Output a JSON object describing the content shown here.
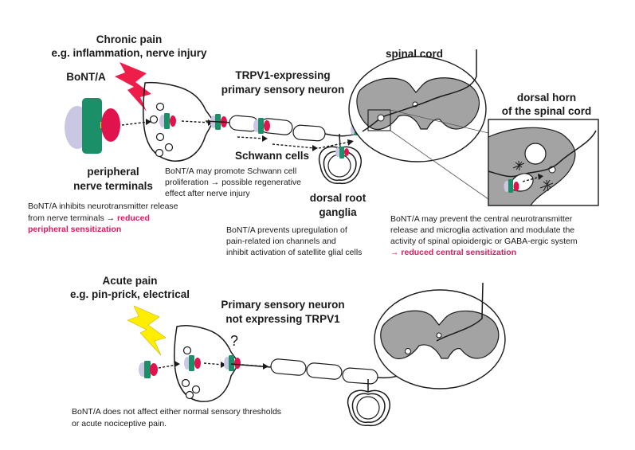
{
  "colors": {
    "toxin_light": "#c9c7e3",
    "toxin_green": "#1a8f68",
    "toxin_red": "#e0134d",
    "accent_pink": "#d81b60",
    "bolt_red": "#ee1d4a",
    "bolt_yellow": "#ffee00",
    "cord_grey": "#a3a3a3"
  },
  "labels": {
    "chronic_title": "Chronic pain",
    "chronic_subtitle": "e.g. inflammation, nerve injury",
    "bont": "BoNT/A",
    "peripheral_line1": "peripheral",
    "peripheral_line2": "nerve terminals",
    "peripheral_note1": "BoNT/A inhibits neurotransmitter release",
    "peripheral_note2": "from nerve terminals →",
    "peripheral_note2_pink": "reduced",
    "peripheral_note3_pink": "peripheral sensitization",
    "trpv1_line1": "TRPV1-expressing",
    "trpv1_line2": "primary sensory neuron",
    "schwann_title": "Schwann cells",
    "schwann_note1": "BoNT/A may promote Schwann cell",
    "schwann_note2": "proliferation → possible regenerative",
    "schwann_note3": "effect after nerve injury",
    "drg_line1": "dorsal root",
    "drg_line2": "ganglia",
    "drg_note1": "BoNT/A prevents upregulation of",
    "drg_note2": "pain-related ion channels and",
    "drg_note3": "inhibit activation of satellite glial cells",
    "spinal_cord": "spinal cord",
    "dorsal_horn_line1": "dorsal horn",
    "dorsal_horn_line2": "of the spinal cord",
    "central_note1": "BoNT/A may prevent the central neurotransmitter",
    "central_note2": "release and microglia activation and modulate the",
    "central_note3": "activity of spinal opioidergic or GABA-ergic system",
    "central_note4_pink": "→ reduced central sensitization",
    "acute_title": "Acute pain",
    "acute_subtitle": "e.g. pin-prick, electrical",
    "nontrpv1_line1": "Primary sensory neuron",
    "nontrpv1_line2": "not expressing TRPV1",
    "question": "?",
    "acute_note1": "BoNT/A does not affect  either normal sensory thresholds",
    "acute_note2": "or acute nociceptive pain."
  }
}
